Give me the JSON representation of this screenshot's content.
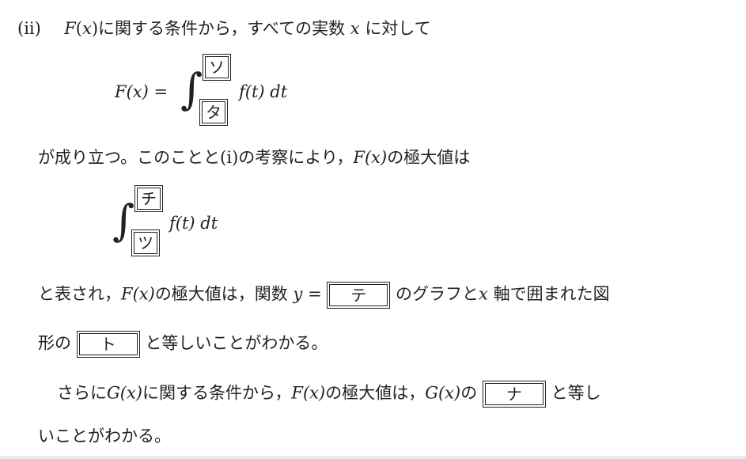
{
  "line1": {
    "marker": "(ii)",
    "func_F": "F",
    "arg_open": "(",
    "var_x": "x",
    "arg_close": ")",
    "text_a": "に関する条件から，すべての実数",
    "var_x2": "x",
    "text_b": "に対して"
  },
  "formula1": {
    "lhs": "F(x) =",
    "upper": "ソ",
    "lower": "タ",
    "integrand": "f(t) dt"
  },
  "line2": {
    "text_a": "が成り立つ。このことと",
    "ref": "(i)",
    "text_b": "の考察により，",
    "func": "F(x)",
    "text_c": "の極大値は"
  },
  "formula2": {
    "upper": "チ",
    "lower": "ツ",
    "integrand": "f(t) dt"
  },
  "line3": {
    "text_a": "と表され，",
    "func": "F(x)",
    "text_b": "の極大値は，関数",
    "var_y": "y",
    "eq": "=",
    "box": "テ",
    "text_c": "のグラフと",
    "var_x": "x",
    "text_d": "軸で囲まれた図"
  },
  "line4": {
    "text_a": "形の",
    "box": "ト",
    "text_b": "と等しいことがわかる。"
  },
  "line5": {
    "text_a": "さらに",
    "funcG": "G(x)",
    "text_b": "に関する条件から，",
    "funcF": "F(x)",
    "text_c": "の極大値は，",
    "funcG2": "G(x)",
    "text_d": "の",
    "box": "ナ",
    "text_e": "と等し"
  },
  "line6": {
    "text": "いことがわかる。"
  }
}
